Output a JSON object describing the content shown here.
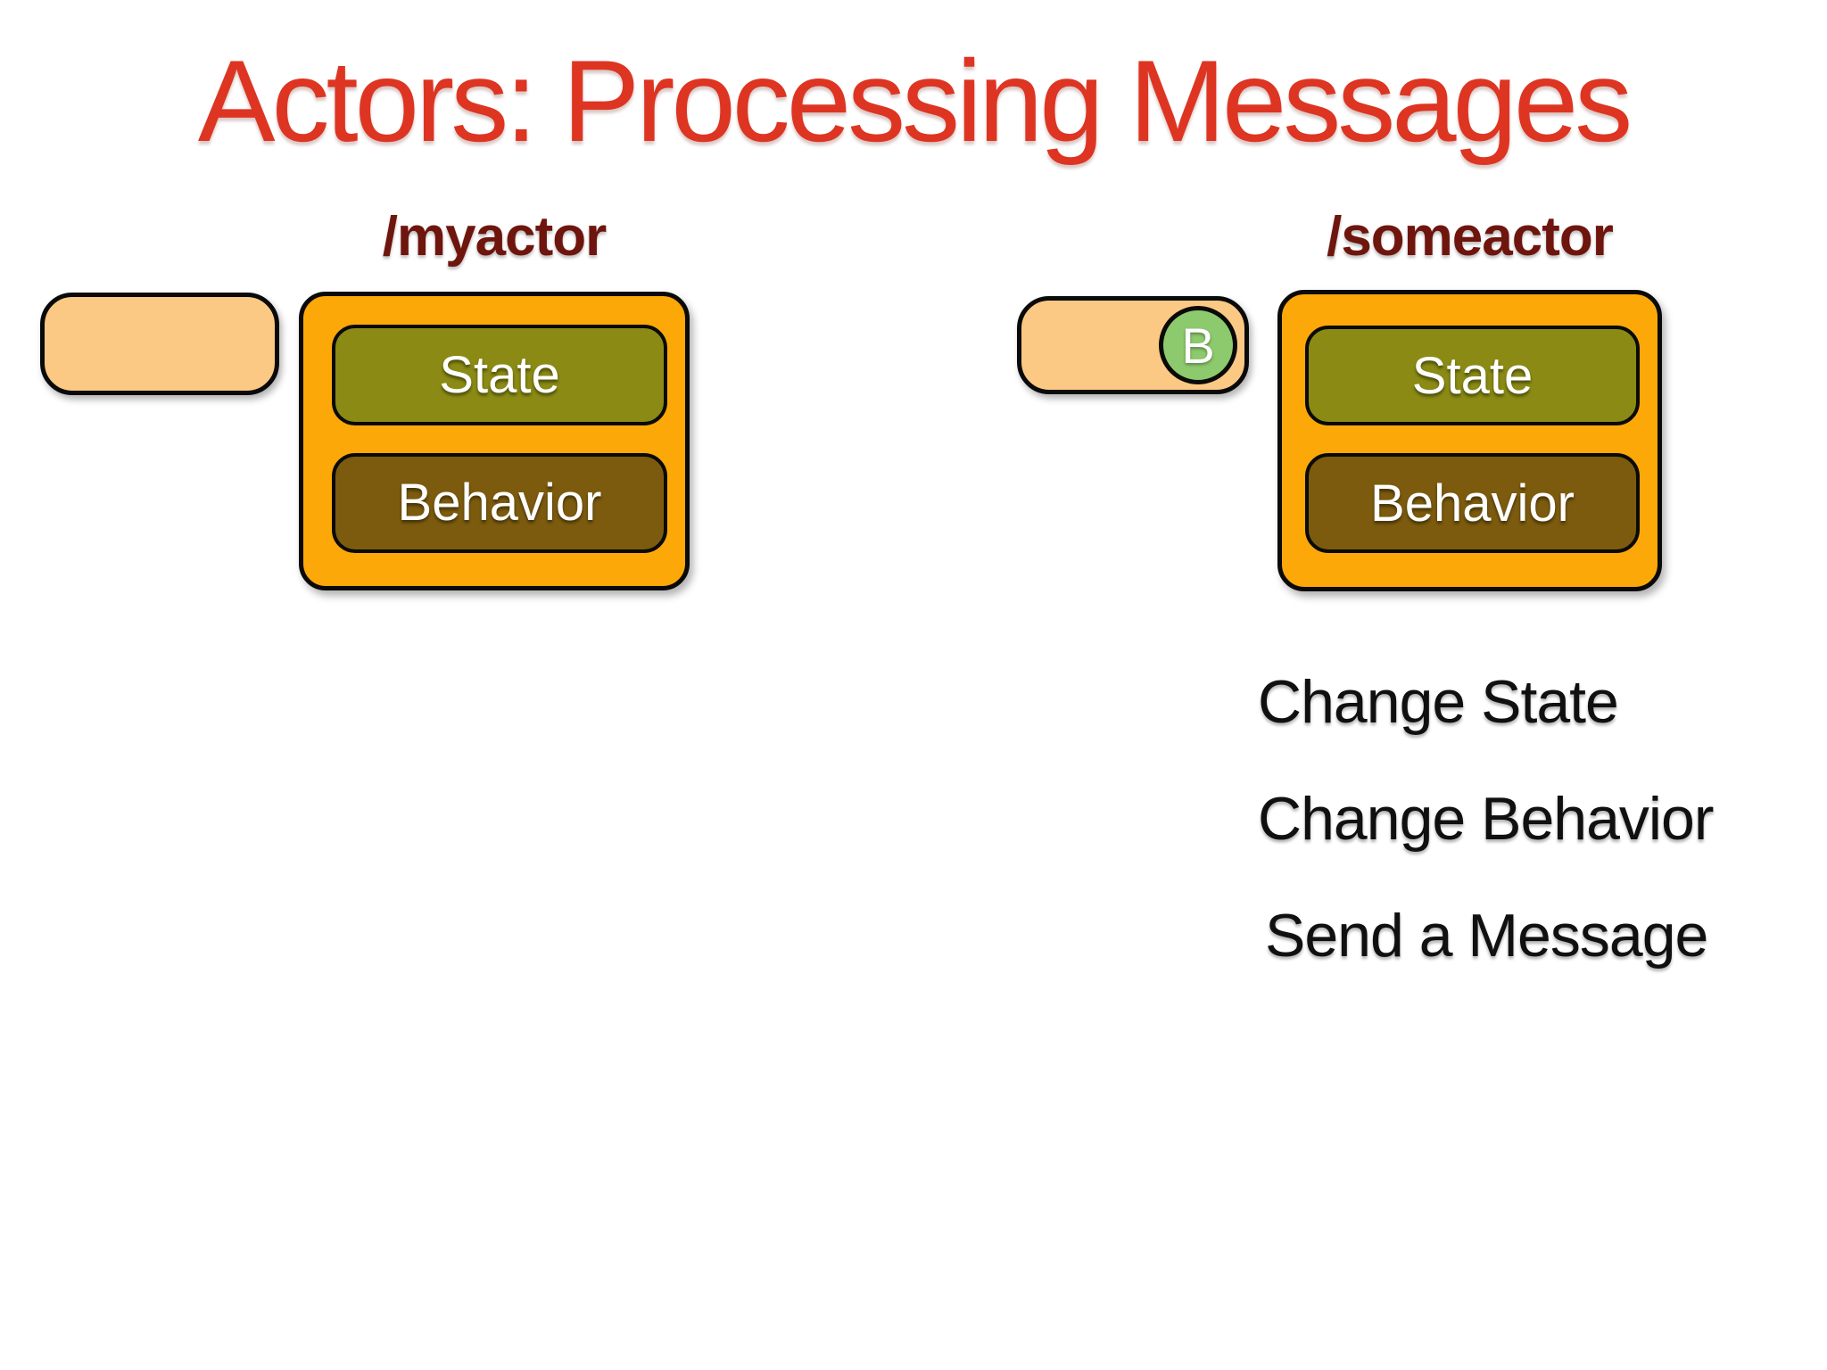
{
  "title": "Actors: Processing Messages",
  "actors": [
    {
      "path": "/myactor",
      "state": "State",
      "behavior": "Behavior"
    },
    {
      "path": "/someactor",
      "state": "State",
      "behavior": "Behavior",
      "message": "B"
    }
  ],
  "actions": [
    "Change State",
    "Change Behavior",
    "Send a Message"
  ],
  "colors": {
    "title_text": "#DD3522",
    "actor_path_text": "#6E150D",
    "actor_fill": "#FCA808",
    "state_fill": "#8A8A15",
    "behavior_fill": "#7C5B0E",
    "mailbox_fill": "#FBC983",
    "message_badge_fill": "#8DC96D",
    "outline": "#0A0A0A",
    "notes_text": "#101010"
  }
}
